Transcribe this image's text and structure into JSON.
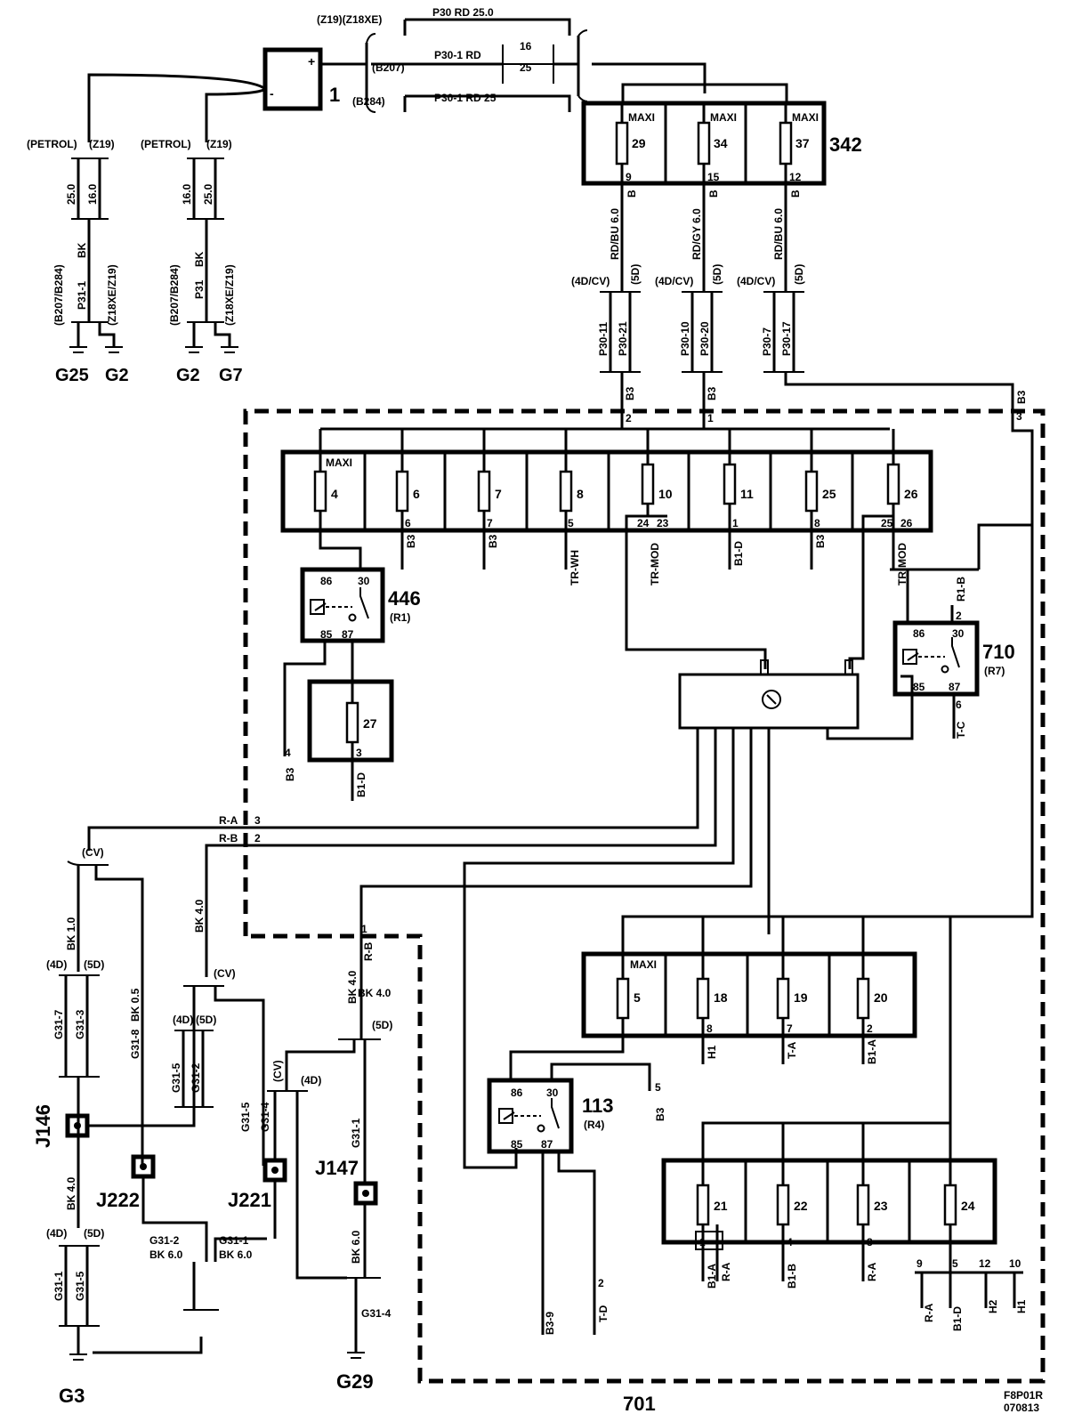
{
  "battery": {
    "id": "1",
    "plus": "+",
    "minus": "-"
  },
  "top": {
    "z19": "(Z19)(Z18XE)",
    "p30": "P30 RD  25.0",
    "p30_1a": "P30-1  RD",
    "b207": "(B207)",
    "b284": "(B284)",
    "p30_1b": "P30-1  RD  25",
    "w16": "16",
    "w25": "25"
  },
  "gnd1": {
    "petrol": "(PETROL)",
    "z19": "(Z19)",
    "s1": "25.0",
    "s2": "16.0",
    "bk": "BK",
    "opt1": "(B207/B284)",
    "opt2": "(Z18XE/Z19)",
    "wire": "P31-1",
    "g1": "G25",
    "g2": "G2"
  },
  "gnd2": {
    "petrol": "(PETROL)",
    "z19": "(Z19)",
    "s1": "16.0",
    "s2": "25.0",
    "bk": "BK",
    "opt1": "(B207/B284)",
    "opt2": "(Z18XE/Z19)",
    "wire": "P31",
    "g1": "G2",
    "g2": "G7"
  },
  "box342": {
    "id": "342",
    "maxi": "MAXI",
    "f1": "29",
    "f2": "34",
    "f3": "37",
    "p1": "9",
    "p2": "15",
    "p3": "12",
    "b": "B"
  },
  "wires342": {
    "w1": "RD/BU 6.0",
    "w2": "RD/GY 6.0",
    "w3": "RD/BU 6.0",
    "v4dcv": "(4D/CV)",
    "v5d": "(5D)",
    "c1a": "P30-11",
    "c1b": "P30-21",
    "c2a": "P30-10",
    "c2b": "P30-20",
    "c3a": "P30-7",
    "c3b": "P30-17",
    "b3": "B3",
    "n1": "2",
    "n2": "1",
    "n3": "3"
  },
  "box701": {
    "id": "701",
    "maxi": "MAXI",
    "fuses": [
      "4",
      "6",
      "7",
      "8",
      "10",
      "11",
      "25",
      "26"
    ],
    "pins": [
      "6",
      "7",
      "5",
      "24",
      "23",
      "1",
      "8",
      "25",
      "26"
    ],
    "out": [
      "B3",
      "B3",
      "TR-WH",
      "TR-MOD",
      "B1-D",
      "B3",
      "TR-MOD"
    ]
  },
  "relay446": {
    "id": "446",
    "sub": "(R1)",
    "p86": "86",
    "p30": "30",
    "p85": "85",
    "p87": "87"
  },
  "fuse27": {
    "id": "27",
    "pin": "3",
    "out": "B1-D",
    "b3pin": "4",
    "b3": "B3"
  },
  "relay710": {
    "id": "710",
    "sub": "(R7)",
    "p86": "86",
    "p30": "30",
    "p85": "85",
    "p87": "87",
    "r1b": "R1-B",
    "r1bpin": "2",
    "tc": "T-C",
    "tcpin": "6"
  },
  "ra": {
    "ra": "R-A",
    "ra_pin": "3",
    "rb": "R-B",
    "rb_pin": "2",
    "rb2": "R-B",
    "rb2_pin": "1"
  },
  "left": {
    "cv": "(CV)",
    "bk10": "BK 1.0",
    "bk05": "BK 0.5",
    "d4": "(4D)",
    "d5": "(5D)",
    "g317": "G31-7",
    "g313": "G31-3",
    "g318": "G31-8",
    "j146": "J146",
    "j222": "J222",
    "bk40": "BK 4.0",
    "g311": "G31-1",
    "g315": "G31-5",
    "g3": "G3",
    "g312": "G31-2",
    "g312b": "BK 6.0",
    "g311b": "G31-1",
    "g311c": "BK 6.0"
  },
  "mid": {
    "cv": "(CV)",
    "bk40": "BK  4.0",
    "d4": "(4D)",
    "d5": "(5D)",
    "g315": "G31-5",
    "g312": "G31-2",
    "j221": "J221",
    "g315b": "G31-5",
    "g314": "G31-4",
    "cv2": "(CV)",
    "d4b": "(4D)"
  },
  "right": {
    "bk40": "BK 4.0",
    "d5": "(5D)",
    "g311": "G31-1",
    "j147": "J147",
    "bk60": "BK 6.0",
    "g314": "G31-4",
    "g29": "G29"
  },
  "box_5_20": {
    "maxi": "MAXI",
    "fuses": [
      "5",
      "18",
      "19",
      "20"
    ],
    "pins": [
      "8",
      "7",
      "2"
    ],
    "out": [
      "H1",
      "T-A",
      "B1-A"
    ]
  },
  "relay113": {
    "id": "113",
    "sub": "(R4)",
    "p86": "86",
    "p30": "30",
    "p85": "85",
    "p87": "87",
    "b3pin": "5",
    "b3": "B3",
    "b39": "B3-9",
    "td": "T-D",
    "tdpin": "2"
  },
  "box_21_24": {
    "fuses": [
      "21",
      "22",
      "23",
      "24"
    ],
    "pins": [
      "1",
      "4",
      "8"
    ],
    "out": [
      "B1-A",
      "R-A",
      "B1-B",
      "R-A"
    ],
    "bpins": [
      "9",
      "5",
      "12",
      "10"
    ],
    "bout": [
      "R-A",
      "B1-D",
      "H2",
      "H1"
    ]
  },
  "footer": {
    "code1": "F8P01R",
    "code2": "070813"
  }
}
